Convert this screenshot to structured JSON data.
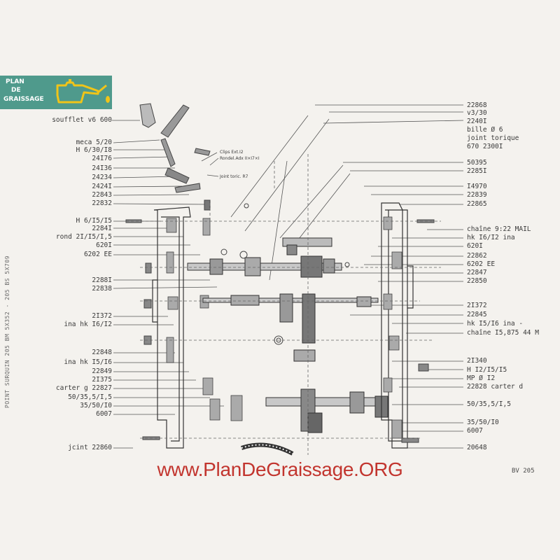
{
  "logo": {
    "line1": "PLAN",
    "line2": "DE",
    "line3": "GRAISSAGE"
  },
  "left_labels": [
    "soufflet v6 600",
    "meca 5/20",
    "H 6/30/I8",
    "24I76",
    "24I36",
    "24234",
    "2424I",
    "22843",
    "22832",
    "H 6/I5/I5",
    "2284I",
    "rond 2I/I5/I,5",
    "620I",
    "6202 EE",
    "2288I",
    "22838",
    "2I372",
    "ina hk I6/I2",
    "22848",
    "ina hk I5/I6",
    "22849",
    "2I375",
    "carter g 22827",
    "50/35,5/I,5",
    "35/50/I0",
    "6007",
    "jcint 22860"
  ],
  "right_labels": [
    "22868",
    "v3/30",
    "2240I",
    "bille Ø 6",
    "joint torique",
    "670 2300I",
    "50395",
    "2285I",
    "I4970",
    "22839",
    "22865",
    "chaîne 9:22 MAIL",
    "hk I6/I2 ina",
    "620I",
    "22862",
    "6202 EE",
    "22847",
    "22850",
    "2I372",
    "22845",
    "hk I5/I6 ina -",
    "chaîne I5,875 44 M",
    "2I340",
    "H I2/I5/I5",
    "MP Ø I2",
    "22828 carter d",
    "50/35,5/I,5",
    "35/50/I0",
    "6007",
    "20648"
  ],
  "inner_labels": [
    "Clips Ext.I2",
    "Rondel.Adx II×I7×I",
    "Joint toric. R7"
  ],
  "vertical_note": "POINT SURQUIN 205 BM 5X352 - 205 BS 5X709",
  "watermark": "www.PlanDeGraissage.ORG",
  "page_ref": "BV 205",
  "icons": {
    "logo": "oil-can-icon"
  },
  "colors": {
    "logo_bg": "#4f9a8c",
    "watermark": "#c2352e",
    "ink": "#3a3a3a"
  }
}
